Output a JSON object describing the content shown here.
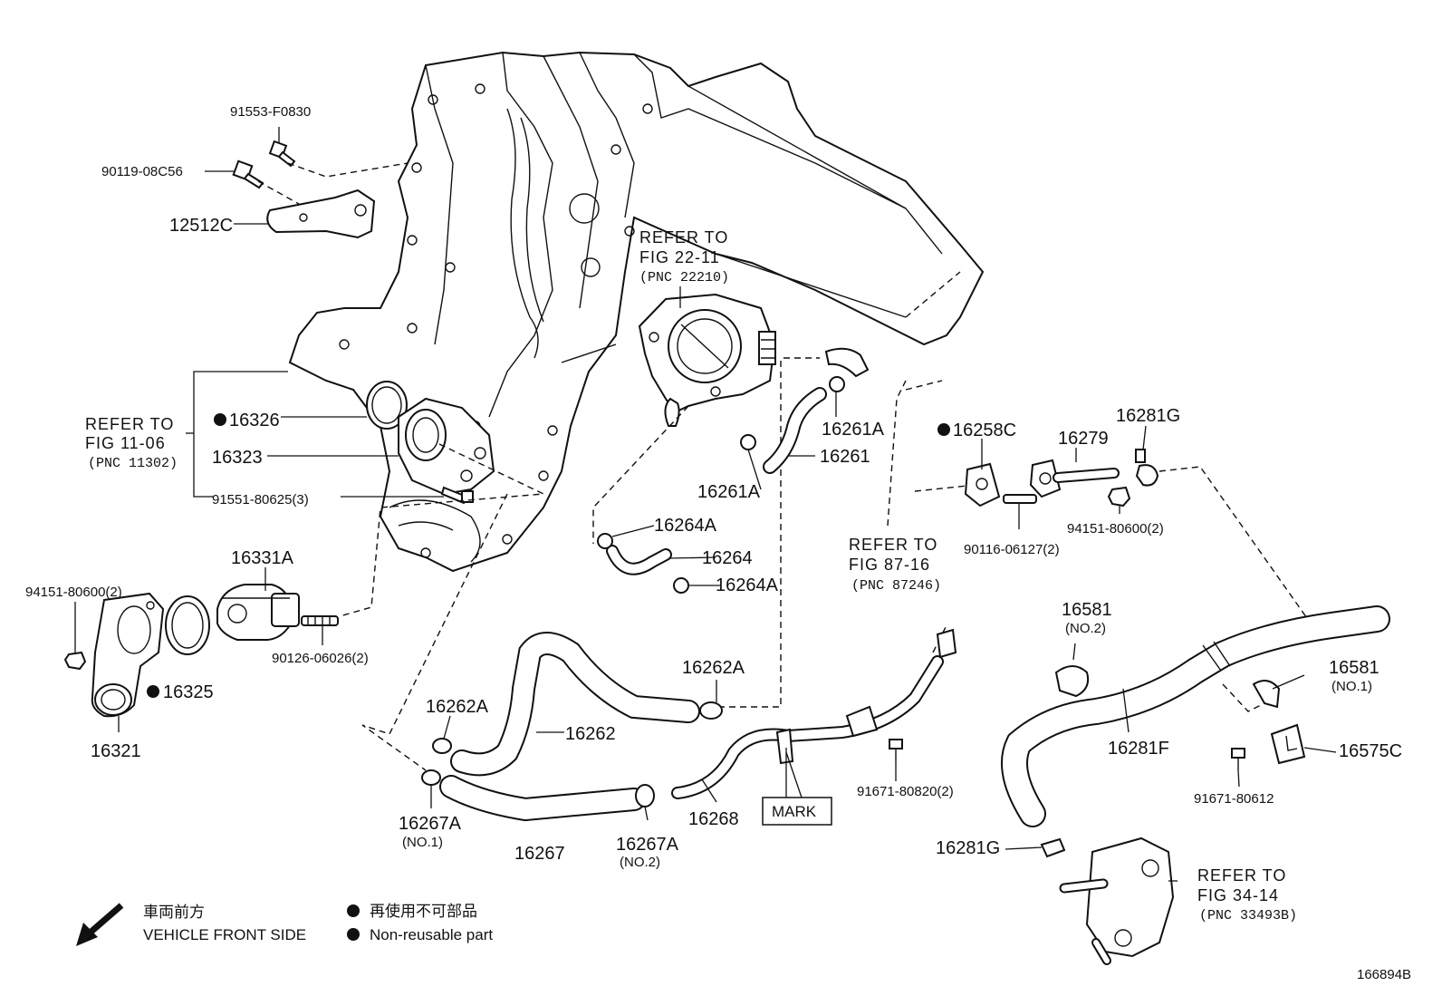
{
  "labels": {
    "p91553": "91553-F0830",
    "p90119": "90119-08C56",
    "p12512c": "12512C",
    "refer_to": "REFER TO",
    "fig_11_06": "FIG 11-06",
    "pnc_11302": "(PNC 11302)",
    "p16326": "16326",
    "p16323": "16323",
    "p91551": "91551-80625(3)",
    "fig_22_11": "FIG 22-11",
    "pnc_22210": "(PNC 22210)",
    "p16261a_top": "16261A",
    "p16261": "16261",
    "p16261a_bot": "16261A",
    "p16258c": "16258C",
    "p16279": "16279",
    "p16281g_top": "16281G",
    "p94151_right": "94151-80600(2)",
    "p90116": "90116-06127(2)",
    "p16264a_top": "16264A",
    "p16264": "16264",
    "p16264a_bot": "16264A",
    "fig_87_16": "FIG 87-16",
    "pnc_87246": "(PNC 87246)",
    "p16331a": "16331A",
    "p94151_left": "94151-80600(2)",
    "p16325": "16325",
    "p90126": "90126-06026(2)",
    "p16321": "16321",
    "p16262a_mid": "16262A",
    "p16262a_left": "16262A",
    "p16262": "16262",
    "p16581_no2": "16581",
    "no2_a": "(NO.2)",
    "p16581_no1": "16581",
    "no1_a": "(NO.1)",
    "p16281f": "16281F",
    "p16575c": "16575C",
    "p91671_80612": "91671-80612",
    "p91671_80820": "91671-80820(2)",
    "mark": "MARK",
    "p16268": "16268",
    "p16267a_no1": "16267A",
    "no1_b": "(NO.1)",
    "p16267": "16267",
    "p16267a_no2": "16267A",
    "no2_b": "(NO.2)",
    "p16281g_bot": "16281G",
    "fig_34_14": "FIG 34-14",
    "pnc_33493b": "(PNC 33493B)",
    "figure_id": "166894B"
  },
  "legend": {
    "front_jp": "車両前方",
    "front_en": "VEHICLE FRONT SIDE",
    "nonreuse_jp": "再使用不可部品",
    "nonreuse_en": "Non-reusable part"
  }
}
